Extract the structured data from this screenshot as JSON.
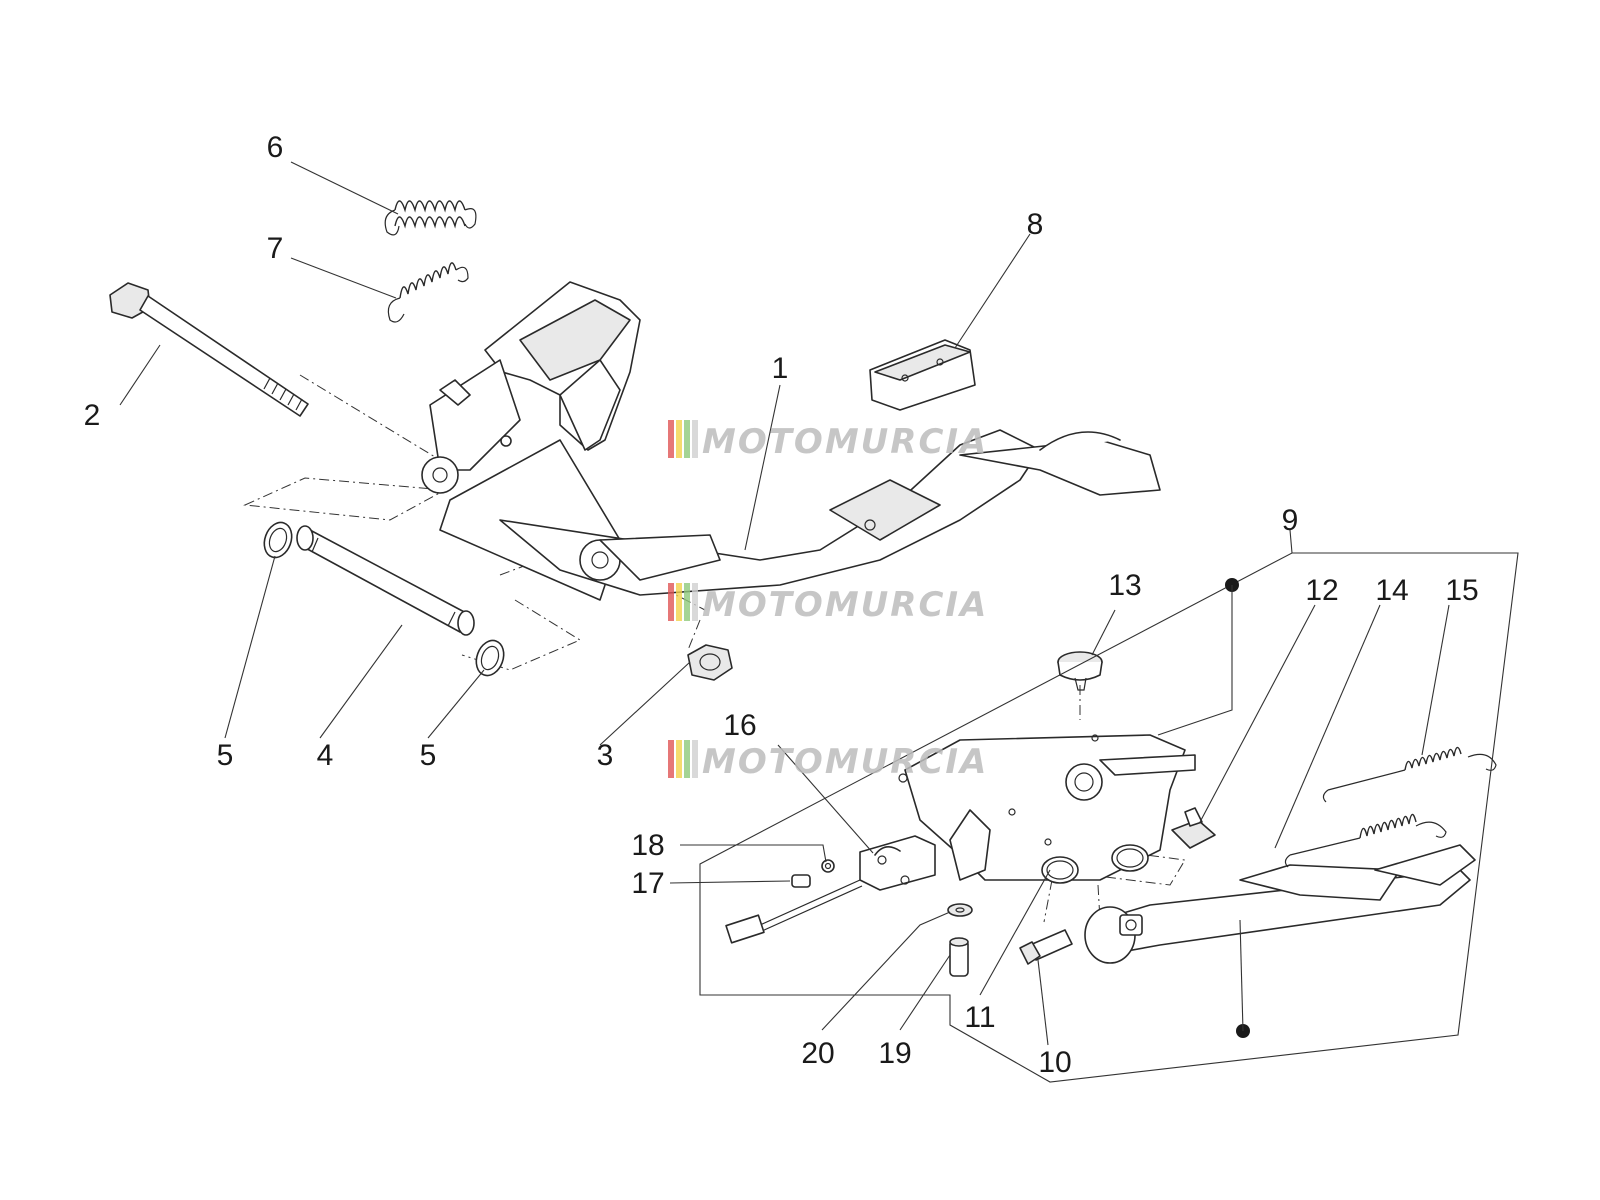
{
  "diagram": {
    "watermark": {
      "text": "MOTOMURCIA",
      "stripe_colors": [
        "#e05555",
        "#f2d24a",
        "#8fc97a",
        "#cfcfcf"
      ]
    },
    "callouts": [
      "1",
      "2",
      "3",
      "4",
      "5",
      "5",
      "6",
      "7",
      "8",
      "9",
      "10",
      "11",
      "12",
      "13",
      "14",
      "15",
      "16",
      "17",
      "18",
      "19",
      "20"
    ]
  }
}
